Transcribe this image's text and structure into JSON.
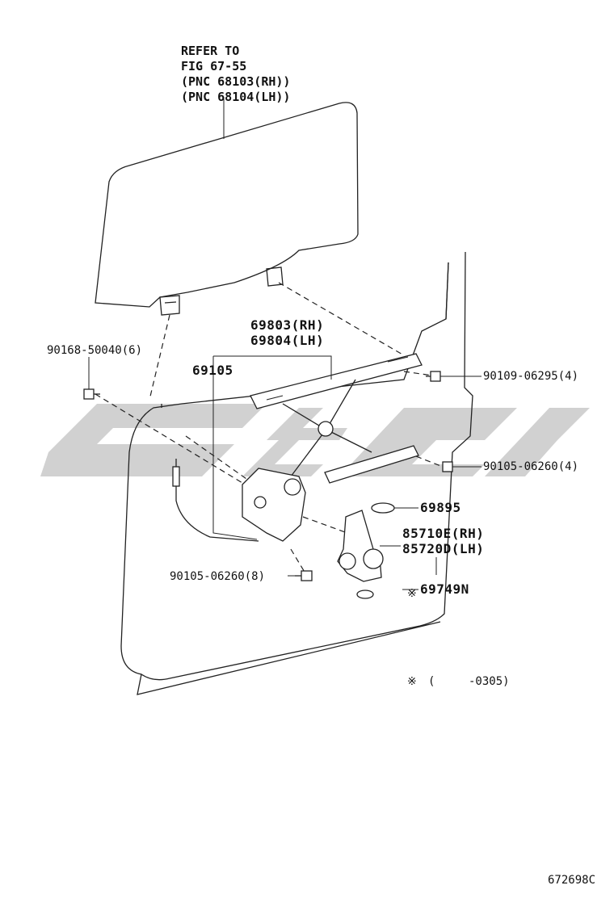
{
  "reference_note": {
    "line1": "REFER TO",
    "line2": "FIG 67-55",
    "line3": "(PNC 68103(RH))",
    "line4": "(PNC 68104(LH))"
  },
  "part_numbers": {
    "regulator_rh": "69803(RH)",
    "regulator_lh": "69804(LH)",
    "cable": "69105",
    "bolt_door_panel": "90168-50040(6)",
    "bolt_top_rail": "90109-06295(4)",
    "bolt_lower_rail": "90105-06260(4)",
    "bolt_regulator": "90105-06260(8)",
    "clip": "69895",
    "motor_rh": "85710E(RH)",
    "motor_lh": "85720D(LH)",
    "spring": "69749N"
  },
  "footnote": {
    "symbol": "※",
    "open": "(",
    "range": "-0305)"
  },
  "diagram_id": "672698C"
}
